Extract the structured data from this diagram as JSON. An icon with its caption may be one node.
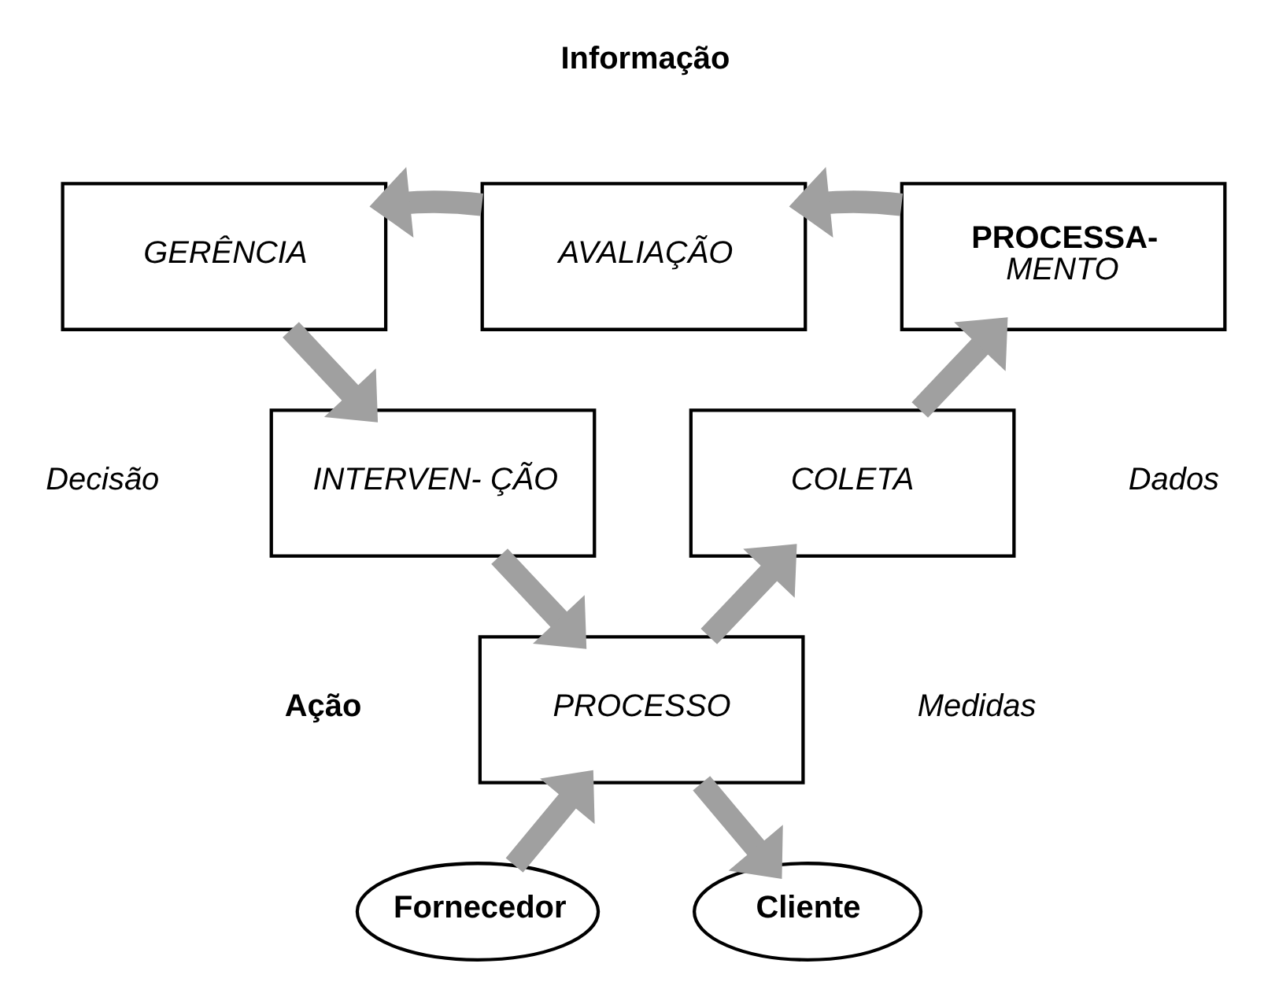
{
  "diagram": {
    "nodes": [
      {
        "text": [
          "GERÊNCIA"
        ]
      },
      {
        "text": [
          "AVALIAÇÃO"
        ]
      },
      {
        "text": [
          "PROCESSA-",
          "MENTO"
        ]
      },
      {
        "text": [
          "INTERVEN- ÇÃO"
        ]
      },
      {
        "text": [
          "COLETA"
        ]
      },
      {
        "text": [
          "PROCESSO"
        ]
      },
      {
        "text": [
          "Fornecedor"
        ]
      },
      {
        "text": [
          "Cliente"
        ]
      }
    ],
    "edges": [
      {
        "from": 2,
        "to": 1,
        "arrow": "to"
      },
      {
        "from": 1,
        "to": 0,
        "arrow": "to"
      },
      {
        "from": 0,
        "to": 3,
        "arrow": "to"
      },
      {
        "from": 3,
        "to": 5,
        "arrow": "to"
      },
      {
        "from": 5,
        "to": 4,
        "arrow": "to"
      },
      {
        "from": 4,
        "to": 2,
        "arrow": "to"
      },
      {
        "from": 6,
        "to": 5,
        "arrow": "to"
      },
      {
        "from": 5,
        "to": 7,
        "arrow": "to"
      }
    ],
    "labels": [
      "Informação",
      "Decisão",
      "Dados",
      "Ação",
      "Medidas"
    ]
  }
}
